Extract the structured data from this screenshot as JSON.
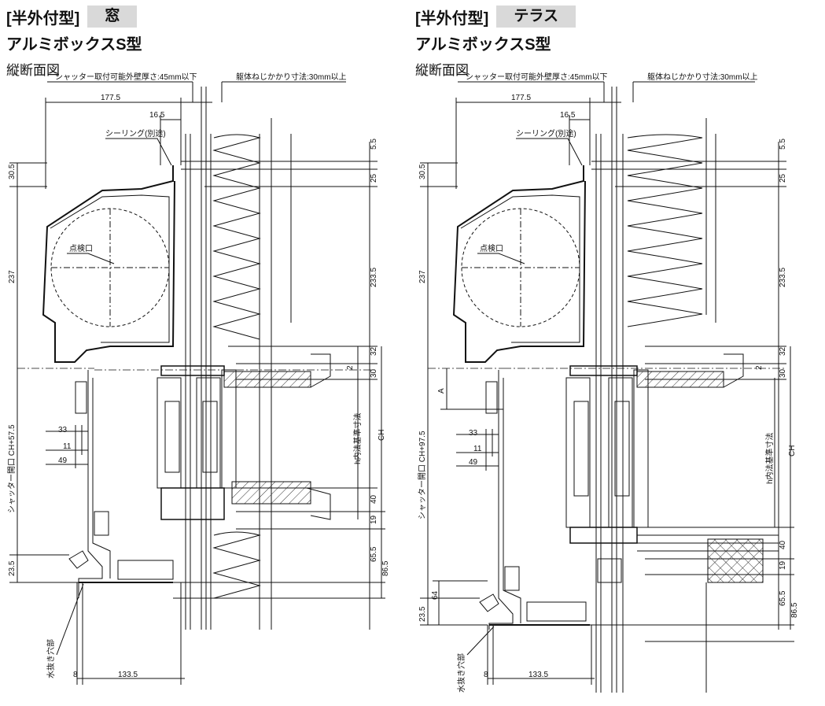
{
  "panels": [
    {
      "type_label": "[半外付型]",
      "variant": "窓",
      "product": "アルミボックスS型",
      "section": "縦断面図",
      "notes": {
        "wall_thickness": "シャッター取付可能外壁厚さ:45mm以下",
        "screw_depth": "躯体ねじかかり寸法:30mm以上",
        "sealing": "シーリング(別途)",
        "inspection": "点検口",
        "drain": "水抜き穴部",
        "opening": "シャッター開口 CH+57.5",
        "inner_dim": "h内法基準寸法",
        "ch": "CH"
      },
      "dims": {
        "top_width": "177.5",
        "top_small": "16.5",
        "right_a": "5.5",
        "right_b": "25",
        "right_c": "233.5",
        "right_d": "32",
        "right_e": "2",
        "right_f": "30",
        "right_g": "40",
        "right_h": "19",
        "right_i": "65.5",
        "right_j": "86.5",
        "left_a": "30.5",
        "left_b": "237",
        "left_c": "23.5",
        "d33": "33",
        "d11": "11",
        "d49": "49",
        "bot_8": "8",
        "bot_w": "133.5"
      }
    },
    {
      "type_label": "[半外付型]",
      "variant": "テラス",
      "product": "アルミボックスS型",
      "section": "縦断面図",
      "notes": {
        "wall_thickness": "シャッター取付可能外壁厚さ:45mm以下",
        "screw_depth": "躯体ねじかかり寸法:30mm以上",
        "sealing": "シーリング(別途)",
        "inspection": "点検口",
        "drain": "水抜き穴部",
        "opening": "シャッター開口 CH+97.5",
        "inner_dim": "h内法基準寸法",
        "ch": "CH",
        "a": "A"
      },
      "dims": {
        "top_width": "177.5",
        "top_small": "16.5",
        "right_a": "5.5",
        "right_b": "25",
        "right_c": "233.5",
        "right_d": "32",
        "right_e": "2",
        "right_f": "30",
        "right_g": "40",
        "right_h": "19",
        "right_i": "65.5",
        "right_j": "86.5",
        "left_a": "30.5",
        "left_b": "237",
        "left_c": "23.5",
        "left_d": "64",
        "d33": "33",
        "d11": "11",
        "d49": "49",
        "bot_8": "8",
        "bot_w": "133.5"
      }
    }
  ]
}
